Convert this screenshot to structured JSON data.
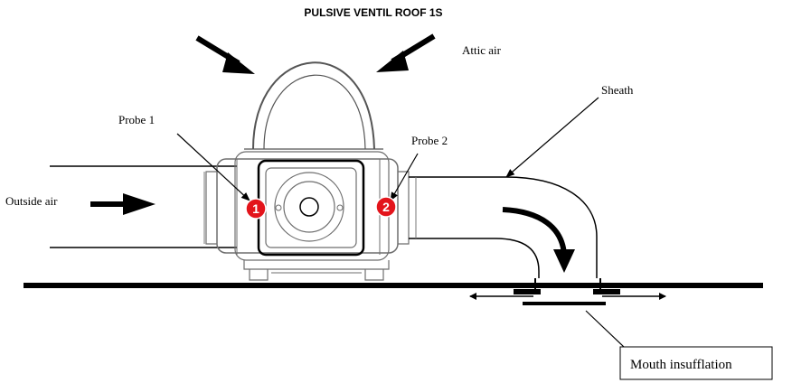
{
  "title": "PULSIVE VENTIL ROOF 1S",
  "labels": {
    "attic_air": "Attic air",
    "sheath": "Sheath",
    "probe_1": "Probe 1",
    "probe_2": "Probe 2",
    "outside_air": "Outside air",
    "mouth_insufflation": "Mouth insufflation"
  },
  "badges": {
    "probe_1_number": "1",
    "probe_2_number": "2"
  },
  "colors": {
    "badge": "#e3141b",
    "line": "#000000",
    "device_outline": "#6e6e6e"
  }
}
